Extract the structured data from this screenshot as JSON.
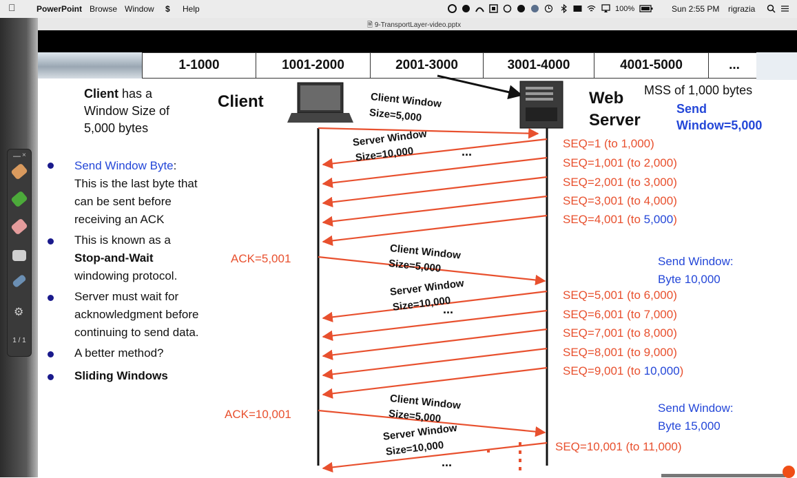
{
  "menubar": {
    "app": "PowerPoint",
    "items": [
      "Browse",
      "Window",
      "Help"
    ],
    "battery": "100%",
    "clock": "Sun 2:55 PM",
    "user": "rigrazia"
  },
  "window": {
    "doc_title": "9-TransportLayer-video.pptx"
  },
  "slide": {
    "byte_ranges": [
      "1-1000",
      "1001-2000",
      "2001-3000",
      "3001-4000",
      "4001-5000",
      "..."
    ],
    "client_label": "Client",
    "server_label_1": "Web",
    "server_label_2": "Server",
    "client_note_1": "Client",
    "client_note_1b": " has a",
    "client_note_2": "Window Size of",
    "client_note_3": "5,000 bytes",
    "mss": "MSS of 1,000 bytes",
    "send_window_1": "Send",
    "send_window_2": "Window=5,000",
    "bullets": {
      "b1_title": "Send Window Byte",
      "b1_colon": ":",
      "b1_l2": "This is the last byte that",
      "b1_l3": "can be sent before",
      "b1_l4": "receiving an ACK",
      "b2_l1": "This is known as a",
      "b2_l2": "Stop-and-Wait",
      "b2_l3": "windowing protocol.",
      "b3_l1": "Server must wait for",
      "b3_l2": "acknowledgment before",
      "b3_l3": "continuing to send data.",
      "b4": "A better method?",
      "b5": "Sliding Windows"
    },
    "diagram": {
      "cw_1": "Client Window",
      "cw_2": "Size=5,000",
      "sw_1": "Server Window",
      "sw_2": "Size=10,000",
      "ellipsis": "...",
      "seqs_1": [
        "SEQ=1 (to 1,000)",
        "SEQ=1,001 (to 2,000)",
        "SEQ=2,001 (to 3,000)",
        "SEQ=3,001 (to 4,000)"
      ],
      "seq5_a": "SEQ=4,001 (to ",
      "seq5_b": "5,000",
      "seq5_c": ")",
      "ack1": "ACK=5,001",
      "sendwin_b_1": "Send Window:",
      "sendwin_b_2": "Byte 10,000",
      "seqs_2": [
        "SEQ=5,001 (to 6,000)",
        "SEQ=6,001 (to 7,000)",
        "SEQ=7,001 (to 8,000)",
        "SEQ=8,001 (to 9,000)"
      ],
      "seq10_a": "SEQ=9,001 (to ",
      "seq10_b": "10,000",
      "seq10_c": ")",
      "ack2": "ACK=10,001",
      "sendwin_c_1": "Send Window:",
      "sendwin_c_2": "Byte 15,000",
      "seq11": "SEQ=10,001 (to 11,000)"
    }
  },
  "toolbar": {
    "pager": "1 / 1"
  },
  "colors": {
    "red": "#e8502e",
    "blue": "#2447d8",
    "navy": "#1a1a8c"
  }
}
